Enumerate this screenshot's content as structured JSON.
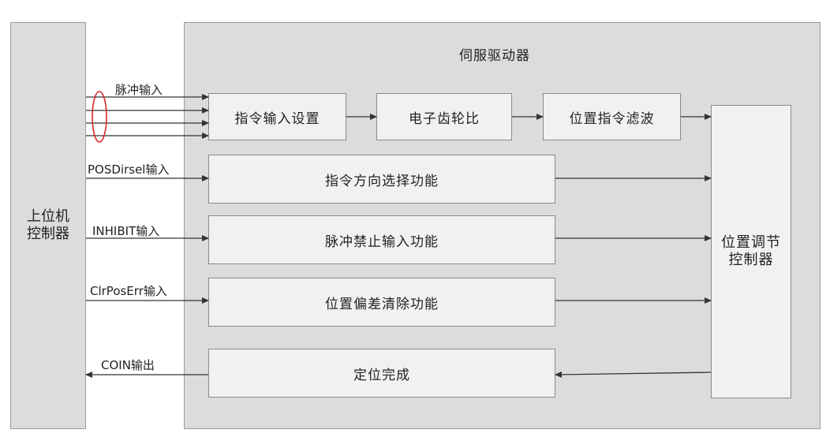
{
  "host": {
    "line1": "上位机",
    "line2": "控制器"
  },
  "servo": {
    "title": "伺服驱动器"
  },
  "blocks": {
    "cmd_input_setting": "指令输入设置",
    "gear_ratio": "电子齿轮比",
    "pos_cmd_filter": "位置指令滤波",
    "dir_select": "指令方向选择功能",
    "pulse_inhibit": "脉冲禁止输入功能",
    "pos_err_clear": "位置偏差清除功能",
    "positioning_done": "定位完成"
  },
  "regulator": {
    "line1": "位置调节",
    "line2": "控制器"
  },
  "signals": {
    "pulse_in": "脉冲输入",
    "posdirsel_in": "POSDirsel输入",
    "inhibit_in": "INHIBIT输入",
    "clrposerr_in": "ClrPosErr输入",
    "coin_out": "COIN输出"
  },
  "colors": {
    "panel": "#dcdcdc",
    "block": "#f1f1f1",
    "line": "#333333",
    "ellipse": "#d42a2a"
  }
}
